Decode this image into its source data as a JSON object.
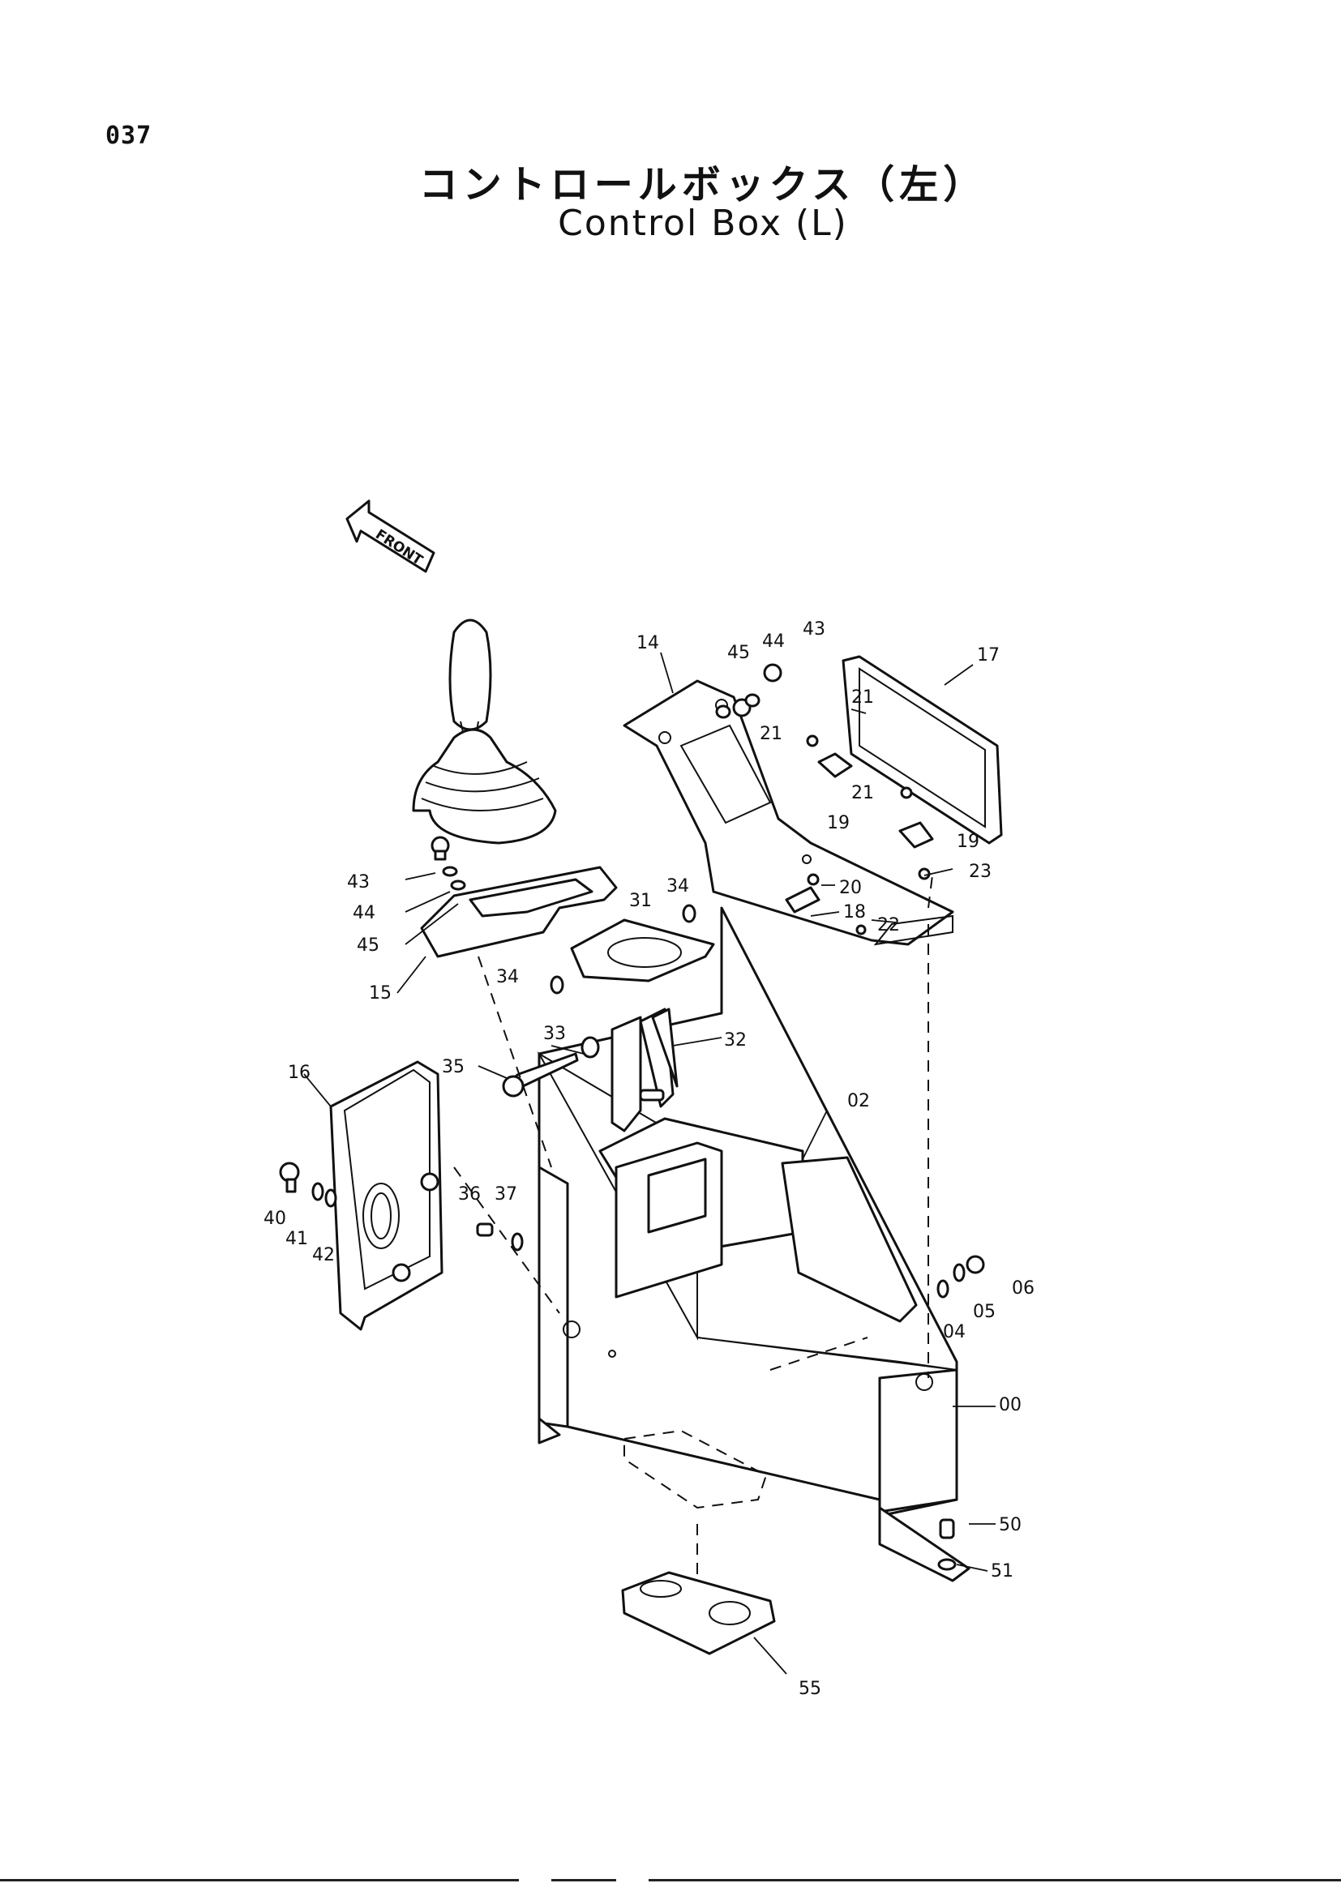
{
  "page": {
    "number": "037"
  },
  "title": {
    "jp": "コントロールボックス（左）",
    "en": "Control Box (L)"
  },
  "front_marker": {
    "label": "FRONT",
    "icon": "front-arrow-icon"
  },
  "callouts": [
    {
      "id": "c00",
      "text": "00"
    },
    {
      "id": "c02",
      "text": "02"
    },
    {
      "id": "c04",
      "text": "04"
    },
    {
      "id": "c05",
      "text": "05"
    },
    {
      "id": "c06",
      "text": "06"
    },
    {
      "id": "c14",
      "text": "14"
    },
    {
      "id": "c15",
      "text": "15"
    },
    {
      "id": "c16",
      "text": "16"
    },
    {
      "id": "c17",
      "text": "17"
    },
    {
      "id": "c18",
      "text": "18"
    },
    {
      "id": "c19a",
      "text": "19"
    },
    {
      "id": "c19b",
      "text": "19"
    },
    {
      "id": "c20",
      "text": "20"
    },
    {
      "id": "c21a",
      "text": "21"
    },
    {
      "id": "c21b",
      "text": "21"
    },
    {
      "id": "c21c",
      "text": "21"
    },
    {
      "id": "c22",
      "text": "22"
    },
    {
      "id": "c23",
      "text": "23"
    },
    {
      "id": "c31",
      "text": "31"
    },
    {
      "id": "c32",
      "text": "32"
    },
    {
      "id": "c33",
      "text": "33"
    },
    {
      "id": "c34a",
      "text": "34"
    },
    {
      "id": "c34b",
      "text": "34"
    },
    {
      "id": "c35",
      "text": "35"
    },
    {
      "id": "c36",
      "text": "36"
    },
    {
      "id": "c37",
      "text": "37"
    },
    {
      "id": "c40",
      "text": "40"
    },
    {
      "id": "c41",
      "text": "41"
    },
    {
      "id": "c42",
      "text": "42"
    },
    {
      "id": "c43a",
      "text": "43"
    },
    {
      "id": "c43b",
      "text": "43"
    },
    {
      "id": "c44a",
      "text": "44"
    },
    {
      "id": "c44b",
      "text": "44"
    },
    {
      "id": "c45a",
      "text": "45"
    },
    {
      "id": "c45b",
      "text": "45"
    },
    {
      "id": "c50",
      "text": "50"
    },
    {
      "id": "c51",
      "text": "51"
    },
    {
      "id": "c55",
      "text": "55"
    }
  ]
}
